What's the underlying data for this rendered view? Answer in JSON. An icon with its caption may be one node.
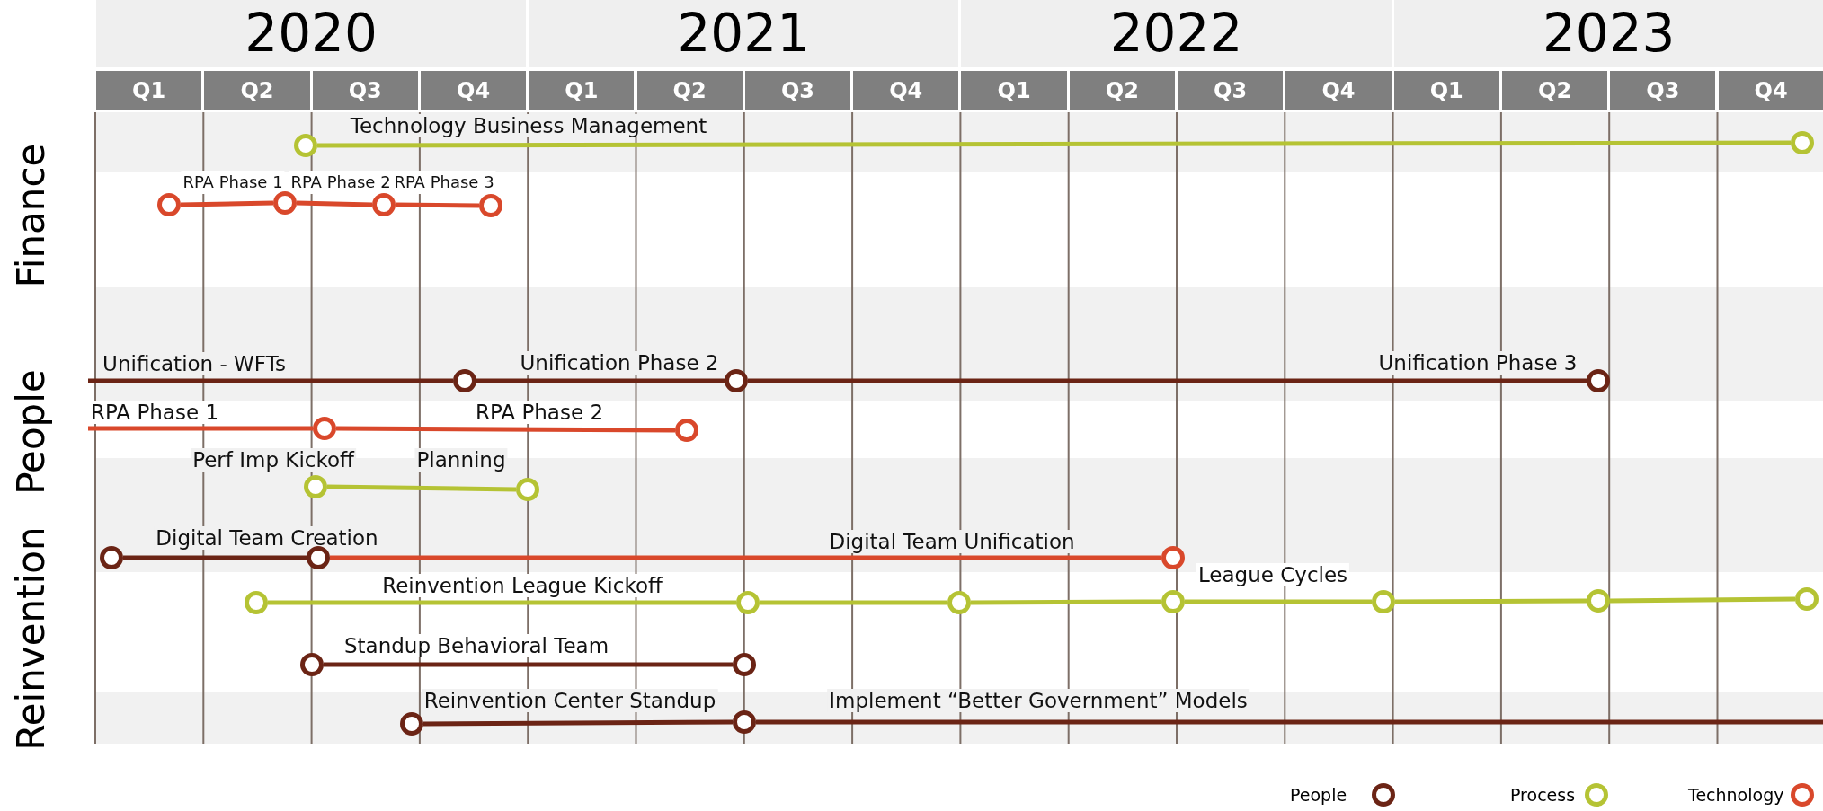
{
  "diagram": {
    "nodes": [
      {
        "text": [],
        "shape": "circle"
      },
      {
        "text": [],
        "shape": "circle"
      },
      {
        "text": [],
        "shape": "circle"
      },
      {
        "text": [],
        "shape": "circle"
      },
      {
        "text": [],
        "shape": "circle"
      },
      {
        "text": [],
        "shape": "circle"
      },
      {
        "text": [],
        "shape": "circle"
      },
      {
        "text": [],
        "shape": "circle"
      },
      {
        "text": [],
        "shape": "circle"
      },
      {
        "text": [],
        "shape": "circle"
      },
      {
        "text": [],
        "shape": "circle"
      },
      {
        "text": [],
        "shape": "circle",
        "beside": [
          "Perf Imp Kickoff"
        ]
      },
      {
        "text": [],
        "shape": "circle"
      },
      {
        "text": [],
        "shape": "circle"
      },
      {
        "text": [],
        "shape": "circle"
      },
      {
        "text": [],
        "shape": "circle"
      },
      {
        "text": [],
        "shape": "circle"
      },
      {
        "text": [],
        "shape": "circle"
      },
      {
        "text": [],
        "shape": "circle"
      },
      {
        "text": [],
        "shape": "circle"
      },
      {
        "text": [],
        "shape": "circle"
      },
      {
        "text": [],
        "shape": "circle"
      },
      {
        "text": [],
        "shape": "circle"
      },
      {
        "text": [],
        "shape": "circle"
      },
      {
        "text": [],
        "shape": "circle"
      },
      {
        "text": [],
        "shape": "circle"
      },
      {
        "text": [],
        "shape": "circle"
      }
    ],
    "edges": [
      {
        "from": 0,
        "to": 1,
        "arrow": "none",
        "label": "Technology Business Management"
      },
      {
        "from": 2,
        "to": 3,
        "arrow": "none",
        "label": "RPA Phase 1",
        "color": "#d9482b"
      },
      {
        "from": 3,
        "to": 4,
        "arrow": "none",
        "label": "RPA Phase 2",
        "color": "#d9482b"
      },
      {
        "from": 4,
        "to": 5,
        "arrow": "none",
        "label": "RPA Phase 3",
        "color": "#d9482b"
      },
      {
        "from": null,
        "to": 6,
        "arrow": "none",
        "label": "Unification - WFTs",
        "color": "#6b2415"
      },
      {
        "from": 6,
        "to": 7,
        "arrow": "none",
        "label": "Unification Phase 2",
        "color": "#6b2415"
      },
      {
        "from": 7,
        "to": 8,
        "arrow": "none",
        "label": "Unification Phase 3",
        "color": "#6b2415"
      },
      {
        "from": null,
        "to": 9,
        "arrow": "none",
        "label": "RPA Phase 1",
        "color": "#d9482b"
      },
      {
        "from": 9,
        "to": 10,
        "arrow": "none",
        "label": "RPA Phase 2",
        "color": "#d9482b"
      },
      {
        "from": 11,
        "to": 12,
        "arrow": "none",
        "label": "Planning"
      },
      {
        "from": 13,
        "to": 14,
        "arrow": "none",
        "label": "Digital Team Creation",
        "color": "#6b2415"
      },
      {
        "from": 14,
        "to": 15,
        "arrow": "none",
        "label": "Digital Team Unification",
        "color": "#d9482b"
      },
      {
        "from": 16,
        "to": 17,
        "arrow": "none",
        "label": "Reinvention League Kickoff"
      },
      {
        "from": 17,
        "to": 18,
        "arrow": "none"
      },
      {
        "from": 18,
        "to": 19,
        "arrow": "none"
      },
      {
        "from": 19,
        "to": 20,
        "arrow": "none",
        "label": "League Cycles"
      },
      {
        "from": 20,
        "to": 21,
        "arrow": "none"
      },
      {
        "from": 21,
        "to": 22,
        "arrow": "none"
      },
      {
        "from": 23,
        "to": 24,
        "arrow": "none",
        "label": "Standup Behavioral Team",
        "color": "#6b2415"
      },
      {
        "from": 25,
        "to": 26,
        "arrow": "none",
        "label": "Reinvention Center Standup",
        "color": "#6b2415"
      },
      {
        "from": 26,
        "to": null,
        "arrow": "none",
        "label": "Implement “Better Government” Models",
        "color": "#6b2415"
      }
    ],
    "labels": [
      "2020",
      "2021",
      "2022",
      "2023",
      "Q1",
      "Q2",
      "Q3",
      "Q4",
      "Q1",
      "Q2",
      "Q3",
      "Q4",
      "Q1",
      "Q2",
      "Q3",
      "Q4",
      "Q1",
      "Q2",
      "Q3",
      "Q4",
      "Finance",
      "People",
      "Reinvention"
    ],
    "legend": [
      {
        "text": "People",
        "color": "#6b2415"
      },
      {
        "text": "Process",
        "color": "#b5c334"
      },
      {
        "text": "Technology",
        "color": "#d9482b"
      }
    ]
  }
}
